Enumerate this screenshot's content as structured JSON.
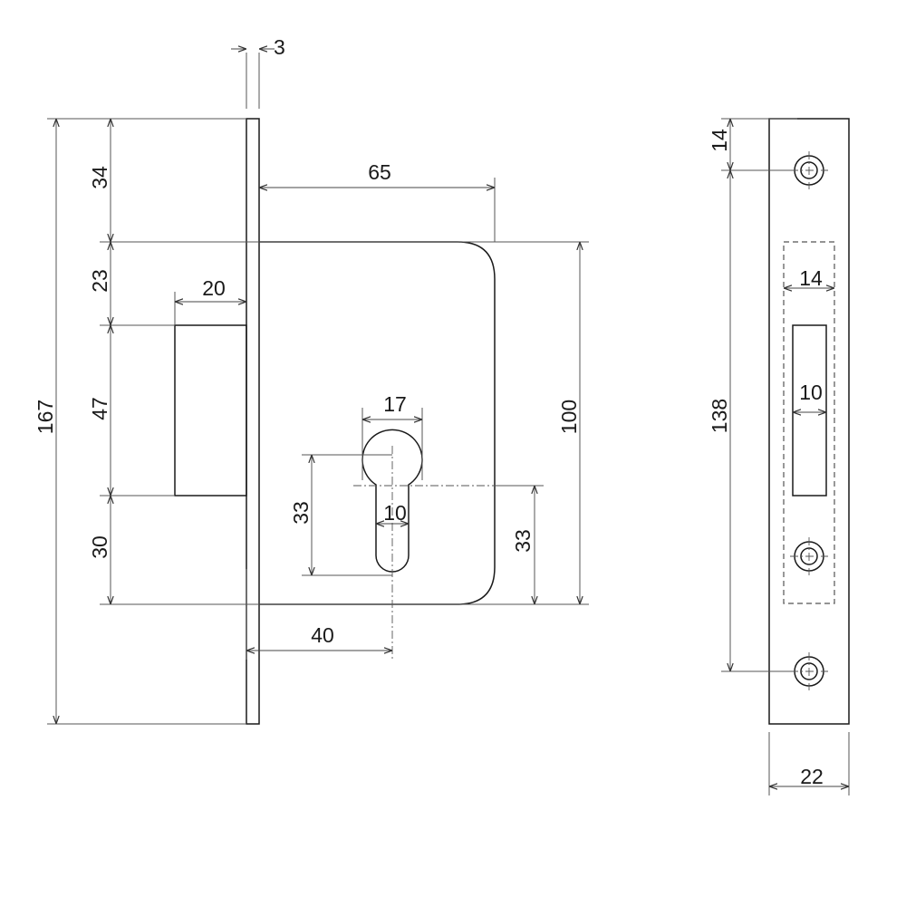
{
  "dimensions": {
    "faceplate_thickness": "3",
    "total_height": "167",
    "top_to_case": "34",
    "case_to_bolt": "23",
    "bolt_height": "47",
    "bolt_to_case_bottom": "30",
    "bolt_throw": "20",
    "case_depth": "65",
    "case_height": "100",
    "cylinder_width": "17",
    "cylinder_height": "33",
    "cam_slot_width": "10",
    "cylinder_center_to_case_bottom": "33",
    "backset": "40",
    "strike_top_hole_offset": "14",
    "strike_hole_spacing": "138",
    "strike_recess_width": "14",
    "strike_opening_width": "10",
    "strike_width": "22"
  }
}
